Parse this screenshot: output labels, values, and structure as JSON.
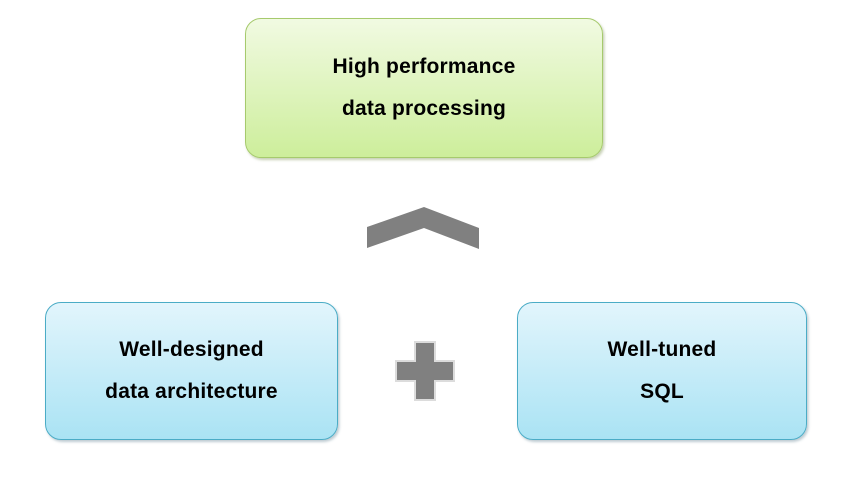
{
  "colors": {
    "text": "#000000",
    "green_border": "#a6ca6d",
    "green_top": "#f1fae2",
    "green_bottom": "#cdee9b",
    "cyan_border": "#4bacc6",
    "cyan_top": "#e2f5fc",
    "cyan_bottom": "#aae3f4",
    "shape_gray": "#808080",
    "plus_outline": "#dcdcdc"
  },
  "nodes": {
    "top": {
      "line1": "High performance",
      "line2": "data processing"
    },
    "left": {
      "line1": "Well-designed",
      "line2": "data architecture"
    },
    "right": {
      "line1": "Well-tuned",
      "line2": "SQL"
    }
  },
  "connectors": {
    "chevron": {
      "name": "chevron-up",
      "color": "#808080"
    },
    "plus": {
      "name": "plus",
      "color": "#808080",
      "outline": "#dcdcdc"
    }
  }
}
